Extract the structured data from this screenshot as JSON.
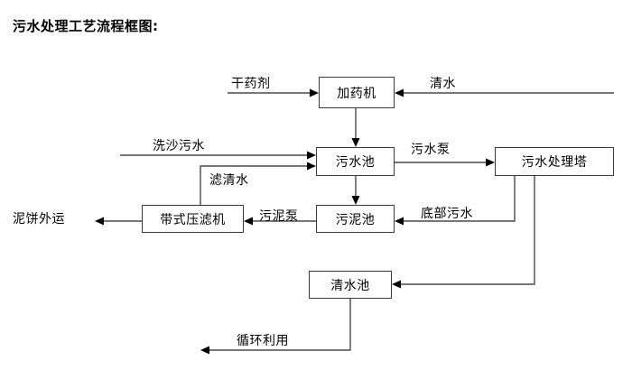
{
  "title": "污水处理工艺流程框图:",
  "diagram": {
    "type": "flowchart",
    "nodes": [
      {
        "id": "dosing-machine",
        "label": "加药机"
      },
      {
        "id": "sewage-pool",
        "label": "污水池"
      },
      {
        "id": "treatment-tower",
        "label": "污水处理塔"
      },
      {
        "id": "sludge-pool",
        "label": "污泥池"
      },
      {
        "id": "belt-filter-press",
        "label": "带式压滤机"
      },
      {
        "id": "clean-water-pool",
        "label": "清水池"
      }
    ],
    "edge_labels": [
      {
        "id": "dry-agent",
        "label": "干药剂"
      },
      {
        "id": "clean-water-in",
        "label": "清水"
      },
      {
        "id": "sand-wash-sewage",
        "label": "洗沙污水"
      },
      {
        "id": "filtrate-water",
        "label": "滤清水"
      },
      {
        "id": "sewage-pump",
        "label": "污水泵"
      },
      {
        "id": "sludge-pump",
        "label": "污泥泵"
      },
      {
        "id": "bottom-sewage",
        "label": "底部污水"
      },
      {
        "id": "mud-cake-outbound",
        "label": "泥饼外运"
      },
      {
        "id": "recycle-reuse",
        "label": "循环利用"
      }
    ],
    "colors": {
      "background": "#ffffff",
      "box_border": "#3a3a3a",
      "line": "#4a4a4a",
      "text": "#000000"
    }
  }
}
